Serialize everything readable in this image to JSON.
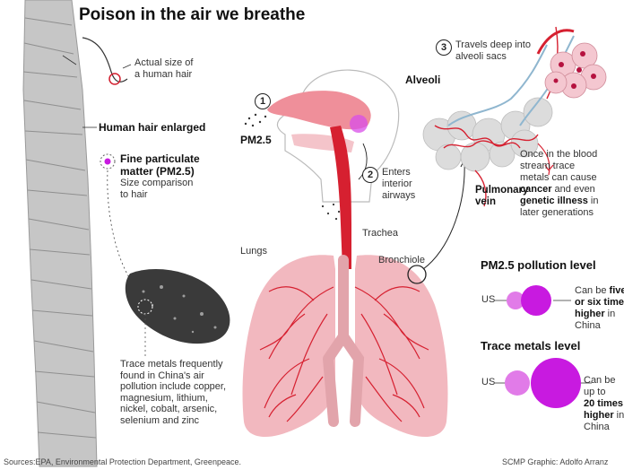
{
  "title": "Poison in the air we breathe",
  "hair": {
    "actual_size": [
      "Actual size of",
      "a human hair"
    ],
    "enlarged": "Human hair enlarged"
  },
  "fine_pm": {
    "heading": [
      "Fine particulate",
      "matter (PM2.5)"
    ],
    "caption": [
      "Size comparison",
      "to hair"
    ]
  },
  "trace_metals_note": [
    "Trace metals frequently",
    "found in China's air",
    "pollution include copper,",
    "magnesium, lithium,",
    "nickel, cobalt, arsenic,",
    "selenium and zinc"
  ],
  "steps": [
    {
      "number": "1",
      "label": "PM2.5"
    },
    {
      "number": "2",
      "label": [
        "Enters",
        "interior",
        "airways"
      ]
    },
    {
      "number": "3",
      "label": [
        "Travels deep into",
        "alveoli sacs"
      ]
    }
  ],
  "labels": {
    "trachea": "Trachea",
    "lungs": "Lungs",
    "bronchiole": "Bronchiole",
    "alveoli": "Alveoli",
    "pulmonary_vein": [
      "Pulmonary",
      "vein"
    ]
  },
  "blood_note": {
    "lines": [
      "Once in the blood",
      "stream trace",
      "metals can cause"
    ],
    "line4_bold": "cancer",
    "line4_rest": " and even",
    "line5_bold": "genetic illness",
    "line5_rest": " in",
    "line6": "later generations"
  },
  "comparisons": [
    {
      "title": "PM2.5 pollution level",
      "us_label": "US",
      "text_pre": "Can be ",
      "text_bold": [
        "five",
        "or six times",
        "higher"
      ],
      "text_post": " in",
      "text_last": "China",
      "us_color": "#e17be8",
      "china_color": "#c81ae0"
    },
    {
      "title": "Trace metals level",
      "us_label": "US",
      "text_pre": [
        "Can be",
        "up to"
      ],
      "text_bold": [
        "20 times",
        "higher"
      ],
      "text_post": " in",
      "text_last": "China",
      "us_color": "#e17be8",
      "china_color": "#c81ae0"
    }
  ],
  "footer": {
    "sources": "Sources:EPA, Environmental Protection Department, Greenpeace.",
    "credit": "SCMP Graphic: Adolfo Arranz"
  },
  "colors": {
    "lung": "#f2b8bf",
    "vessel": "#d62030",
    "vein_blue": "#8fb6cf",
    "hair": "#c8c8c8",
    "particle": "#c81ae0"
  }
}
